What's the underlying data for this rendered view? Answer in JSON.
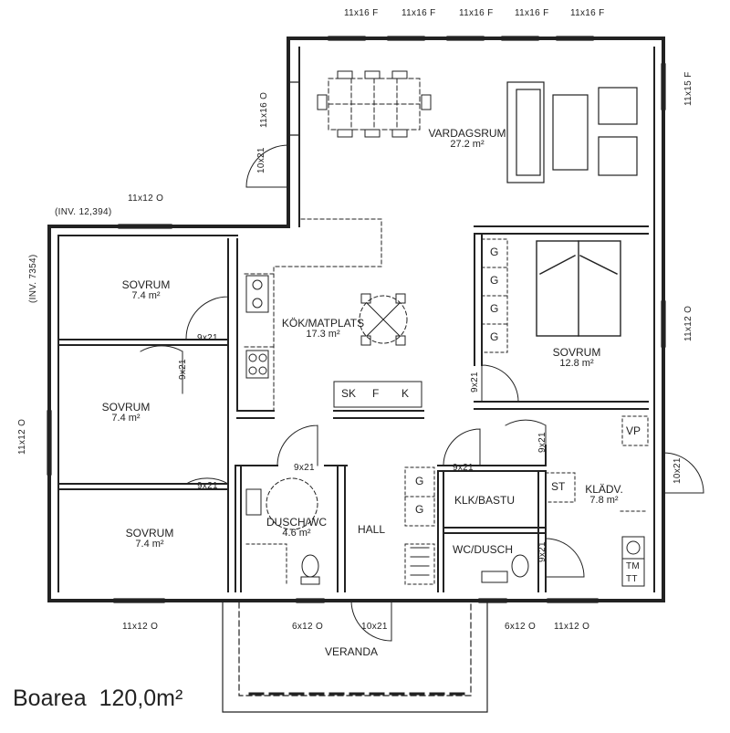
{
  "plan": {
    "total_label": "Boarea",
    "total_value": "120,0m²",
    "rooms": {
      "vardagsrum": {
        "name": "VARDAGSRUM",
        "area": "27.2 m²"
      },
      "kok": {
        "name": "KÖK/MATPLATS",
        "area": "17.3 m²"
      },
      "sovrum1": {
        "name": "SOVRUM",
        "area": "7.4 m²"
      },
      "sovrum2": {
        "name": "SOVRUM",
        "area": "7.4 m²"
      },
      "sovrum3": {
        "name": "SOVRUM",
        "area": "7.4 m²"
      },
      "sovrum_master": {
        "name": "SOVRUM",
        "area": "12.8 m²"
      },
      "dusch": {
        "name": "DUSCH/WC",
        "area": "4.6 m²"
      },
      "hall": {
        "name": "HALL"
      },
      "klk": {
        "name": "KLK/BASTU"
      },
      "wcdusch": {
        "name": "WC/DUSCH"
      },
      "kladv": {
        "name": "KLÄDV.",
        "area": "7.8 m²"
      },
      "veranda": {
        "name": "VERANDA"
      }
    },
    "fixtures": {
      "sk": "SK",
      "f": "F",
      "k": "K",
      "g": "G",
      "st": "ST",
      "vp": "VP",
      "tm": "TM",
      "tt": "TT"
    },
    "windows": {
      "top": "11x16 F",
      "right_upper": "11x15 F",
      "right_mid": "11x12 O",
      "upper_left": "11x16 O",
      "upper_mid": "11x12 O",
      "left": "11x12 O",
      "bottom_left": "11x12 O",
      "bottom_mid": "6x12 O",
      "bottom_right_a": "6x12 O",
      "bottom_right_b": "11x12 O"
    },
    "doors": {
      "d10x21": "10x21",
      "d9x21": "9x21"
    },
    "notes": {
      "inv_horizontal": "(INV. 12,394)",
      "inv_vertical": "(INV. 7354)"
    }
  }
}
